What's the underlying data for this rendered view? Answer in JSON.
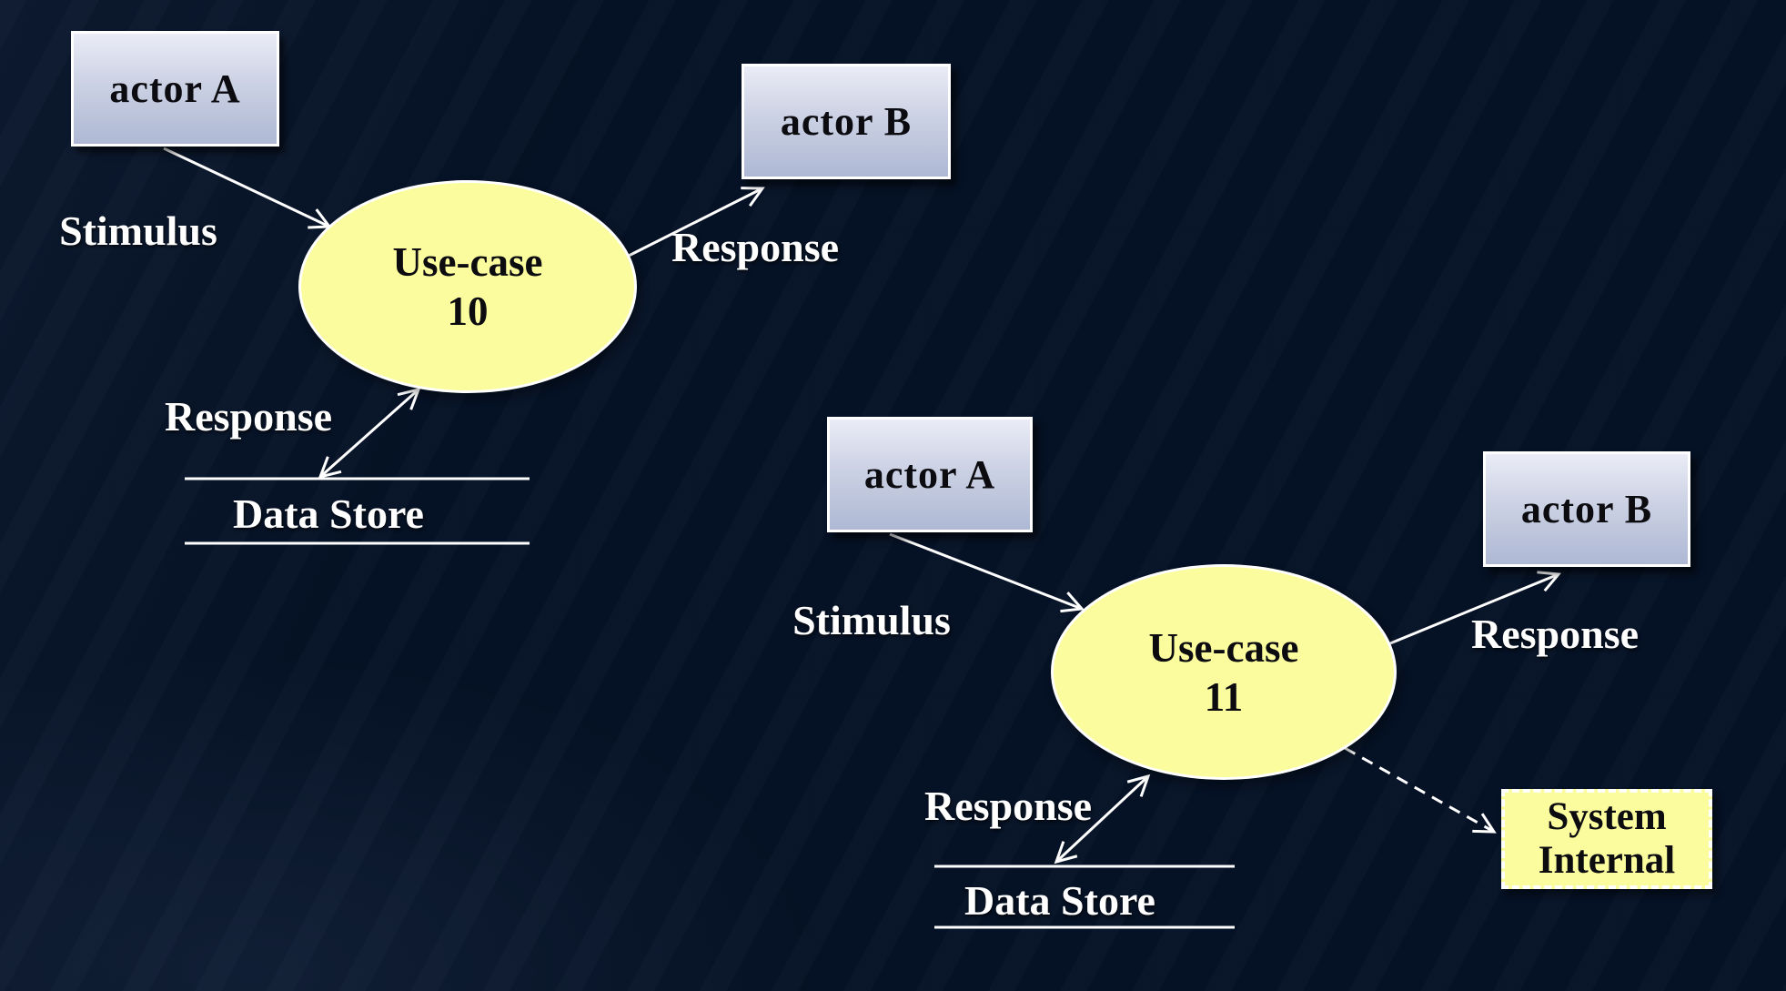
{
  "theme": {
    "background": "#051124",
    "arrow": "#ffffff",
    "label_color": "#ffffff",
    "ellipse_fill": "#fbfc9e",
    "node_border": "#ffffff",
    "actor_gradient_top": "#eaecf6",
    "actor_gradient_mid": "#ccd2e4",
    "actor_gradient_bottom": "#aeb8d4",
    "node_text": "#0b0b10",
    "system_fill": "#fbfc9e"
  },
  "flow1": {
    "actor_a": "actor A",
    "stimulus": "Stimulus",
    "use_case_line1": "Use-case",
    "use_case_line2": "10",
    "actor_b": "actor B",
    "response_to_actor": "Response",
    "response_to_store": "Response",
    "data_store": "Data Store"
  },
  "flow2": {
    "actor_a": "actor A",
    "stimulus": "Stimulus",
    "use_case_line1": "Use-case",
    "use_case_line2": "11",
    "actor_b": "actor B",
    "response_to_actor": "Response",
    "response_to_store": "Response",
    "data_store": "Data Store",
    "system_internal_line1": "System",
    "system_internal_line2": "Internal"
  }
}
